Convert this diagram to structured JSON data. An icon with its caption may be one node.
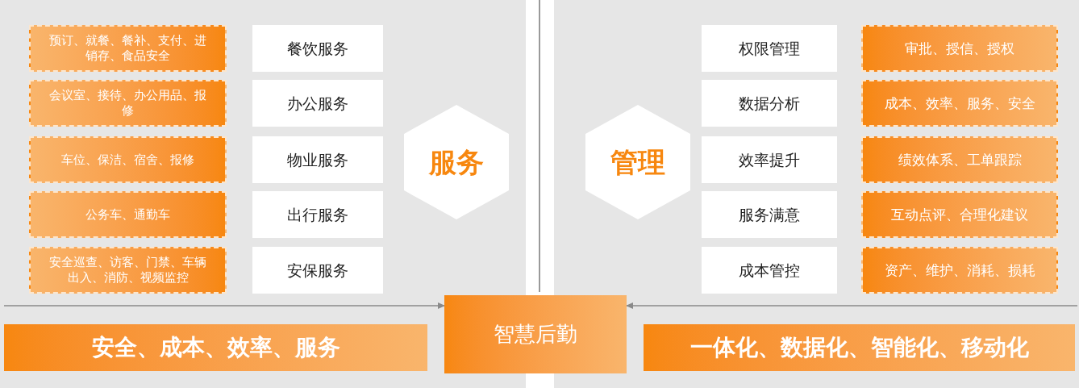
{
  "diagram": {
    "nodes": [
      {
        "text": [
          "预订、就餐、餐补、支付、进销存、食品安全"
        ]
      },
      {
        "text": [
          "会议室、接待、办公用品、报修"
        ]
      },
      {
        "text": [
          "车位、保洁、宿舍、报修"
        ]
      },
      {
        "text": [
          "公务车、通勤车"
        ]
      },
      {
        "text": [
          "安全巡查、访客、门禁、车辆出入、消防、视频监控"
        ]
      },
      {
        "text": [
          "餐饮服务"
        ]
      },
      {
        "text": [
          "办公服务"
        ]
      },
      {
        "text": [
          "物业服务"
        ]
      },
      {
        "text": [
          "出行服务"
        ]
      },
      {
        "text": [
          "安保服务"
        ]
      },
      {
        "text": [
          "服务"
        ]
      },
      {
        "text": [
          "管理"
        ]
      },
      {
        "text": [
          "权限管理"
        ]
      },
      {
        "text": [
          "数据分析"
        ]
      },
      {
        "text": [
          "效率提升"
        ]
      },
      {
        "text": [
          "服务满意"
        ]
      },
      {
        "text": [
          "成本管控"
        ]
      },
      {
        "text": [
          "审批、授信、授权"
        ]
      },
      {
        "text": [
          "成本、效率、服务、安全"
        ]
      },
      {
        "text": [
          "绩效体系、工单跟踪"
        ]
      },
      {
        "text": [
          "互动点评、合理化建议"
        ]
      },
      {
        "text": [
          "资产、维护、消耗、损耗"
        ]
      },
      {
        "text": [
          "安全、成本、效率、服务"
        ]
      },
      {
        "text": [
          "智慧后勤"
        ]
      },
      {
        "text": [
          "一体化、数据化、智能化、移动化"
        ]
      }
    ],
    "edges": [
      {
        "from": null,
        "to": 23,
        "arrow": "to"
      },
      {
        "from": null,
        "to": 23,
        "arrow": "to"
      }
    ]
  }
}
